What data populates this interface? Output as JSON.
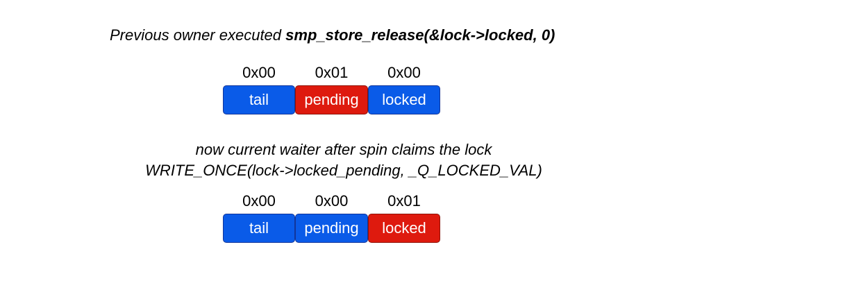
{
  "step1": {
    "caption_prefix": "Previous owner executed ",
    "caption_code": "smp_store_release(&lock->locked, 0)",
    "values": [
      "0x00",
      "0x01",
      "0x00"
    ],
    "cells": [
      {
        "label": "tail",
        "color": "#0a5be8"
      },
      {
        "label": "pending",
        "color": "#de1a0e"
      },
      {
        "label": "locked",
        "color": "#0a5be8"
      }
    ]
  },
  "step2": {
    "caption_line1": "now current waiter after spin claims the lock",
    "caption_line2": "WRITE_ONCE(lock->locked_pending, _Q_LOCKED_VAL)",
    "values": [
      "0x00",
      "0x00",
      "0x01"
    ],
    "cells": [
      {
        "label": "tail",
        "color": "#0a5be8"
      },
      {
        "label": "pending",
        "color": "#0a5be8"
      },
      {
        "label": "locked",
        "color": "#de1a0e"
      }
    ]
  }
}
